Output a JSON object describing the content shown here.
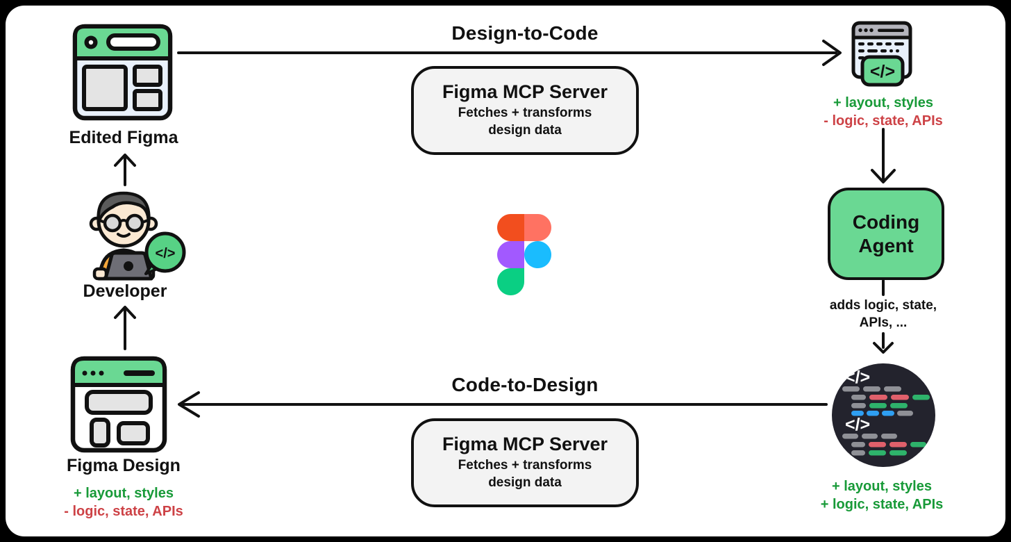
{
  "canvas": {
    "background": "#000000",
    "sheet_color": "#ffffff"
  },
  "palette": {
    "ink": "#111111",
    "green_fill": "#6ad893",
    "green_text": "#189a38",
    "red_text": "#cd4246",
    "box_fill": "#f3f3f3",
    "window_body_blue": "#e9f1fb",
    "panel_gray": "#e4e4e4",
    "header_gray": "#b4b4bc",
    "code_circle_bg": "#23232d",
    "code_pill_gray": "#8f9096",
    "code_pill_red": "#e0606b",
    "code_pill_green": "#2eb36b",
    "code_pill_blue": "#2f9ff2",
    "figma_orange": "#f24e1e",
    "figma_salmon": "#ff7262",
    "figma_purple": "#a259ff",
    "figma_blue": "#1abcfe",
    "figma_green": "#0acf83"
  },
  "glyphs": {
    "code": "</>"
  },
  "flow_top": {
    "title": "Design-to-Code"
  },
  "flow_bottom": {
    "title": "Code-to-Design"
  },
  "mcp_server": {
    "title": "Figma MCP Server",
    "subtitle": "Fetches + transforms\ndesign data"
  },
  "nodes": {
    "edited_figma": {
      "label": "Edited Figma"
    },
    "developer": {
      "label": "Developer"
    },
    "figma_design": {
      "label": "Figma Design",
      "plus": "+ layout, styles",
      "minus": "- logic, state, APIs"
    },
    "generated_code": {
      "plus": "+ layout, styles",
      "minus": "- logic, state, APIs"
    },
    "coding_agent": {
      "label": "Coding Agent",
      "note": "adds logic, state,\nAPIs, ..."
    },
    "final_code": {
      "plus_layout": "+ layout, styles",
      "plus_logic": "+ logic, state, APIs"
    }
  }
}
